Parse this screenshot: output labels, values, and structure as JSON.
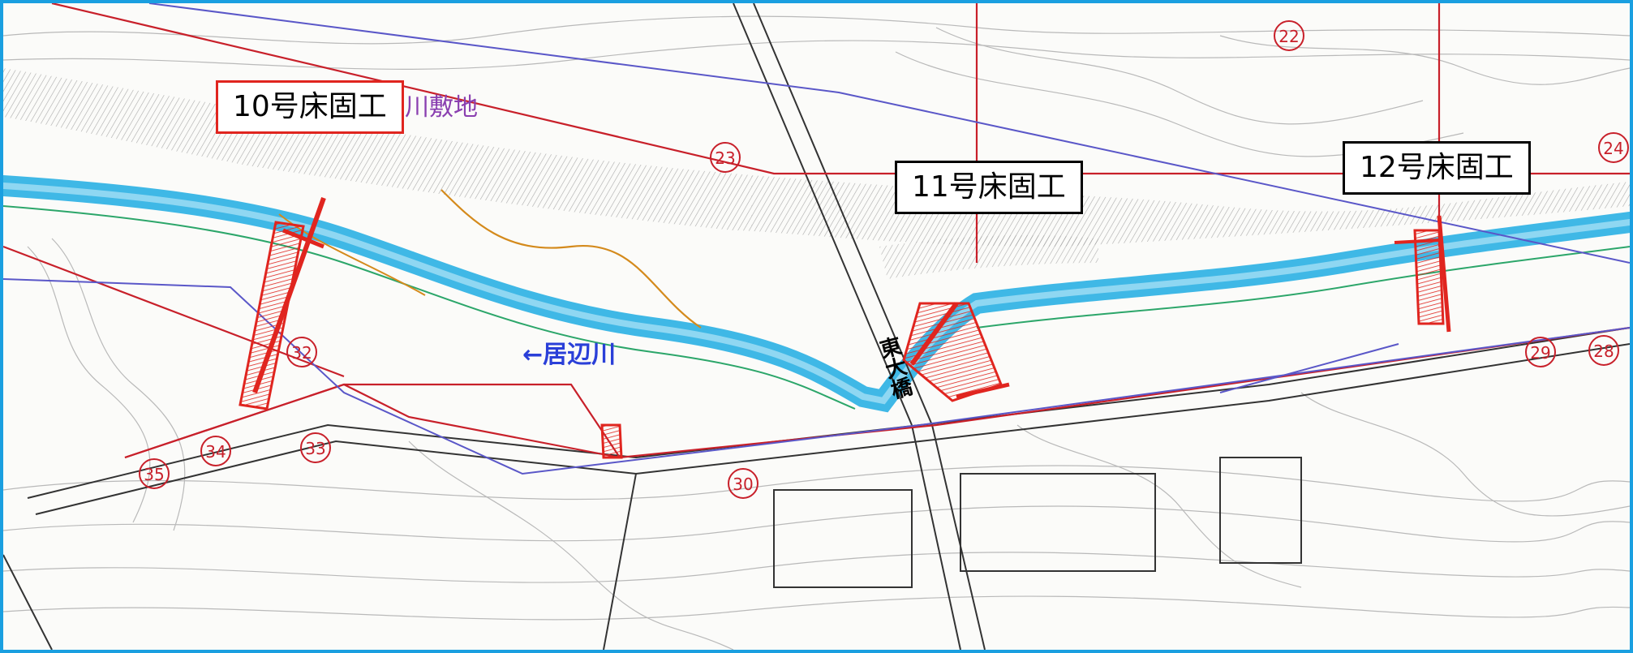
{
  "labels": {
    "weir_10": "10号床固工",
    "weir_11": "11号床固工",
    "weir_12": "12号床固工",
    "river_land": "河川敷地",
    "river_name": "←居辺川",
    "bridge_name": "東大橋"
  },
  "markers": [
    "22",
    "23",
    "24",
    "29",
    "28",
    "32",
    "33",
    "34",
    "35",
    "30"
  ],
  "colors": {
    "frame": "#1a9fe0",
    "river": "#3fb8e6",
    "structure": "#e0251f",
    "boundary_red": "#c8202a",
    "boundary_blue": "#5a57c8",
    "contour": "#b9b9b9",
    "river_label": "#2a3fd8",
    "land_label": "#8a3fb0"
  }
}
